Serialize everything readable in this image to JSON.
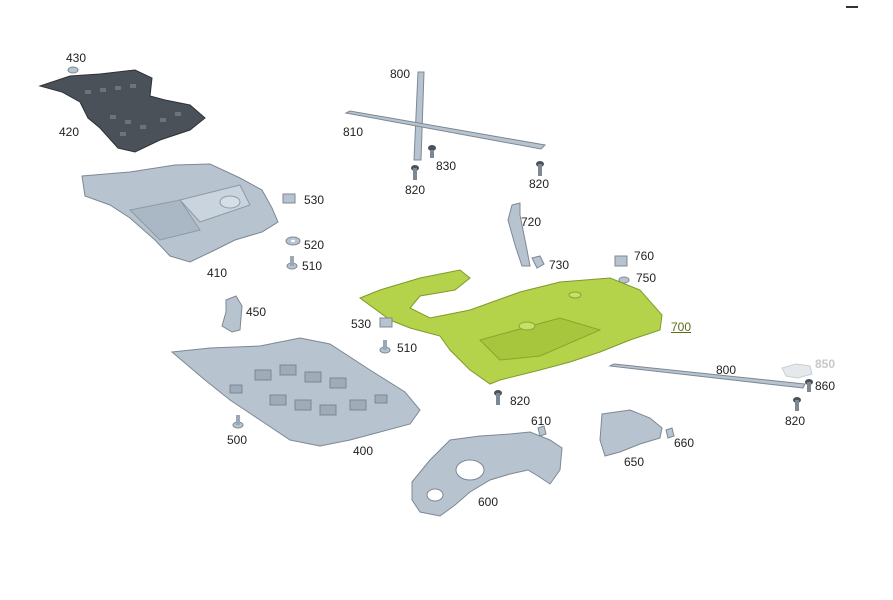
{
  "diagram": {
    "colors": {
      "part": "#b7c4d0",
      "part_dark": "#4a5158",
      "highlight": "#b5d34a",
      "outline": "#7c8893"
    },
    "labels": {
      "l430": "430",
      "l420": "420",
      "l410": "410",
      "l530a": "530",
      "l520": "520",
      "l510a": "510",
      "l800a": "800",
      "l810": "810",
      "l830": "830",
      "l820a": "820",
      "l820b": "820",
      "l720": "720",
      "l730": "730",
      "l760": "760",
      "l750": "750",
      "l700": "700",
      "l530b": "530",
      "l510b": "510",
      "l450": "450",
      "l500": "500",
      "l400": "400",
      "l820c": "820",
      "l610": "610",
      "l600": "600",
      "l650": "650",
      "l660": "660",
      "l800b": "800",
      "l850": "850",
      "l860": "860",
      "l820d": "820"
    }
  }
}
